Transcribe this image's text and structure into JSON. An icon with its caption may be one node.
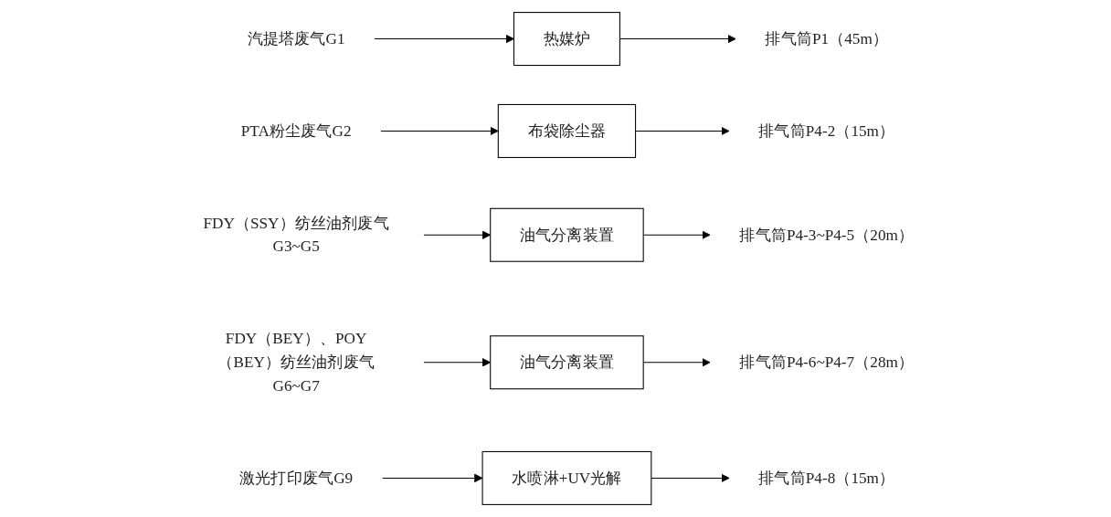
{
  "diagram": {
    "nodes": [
      {
        "text": [
          "汽提塔废气G1"
        ]
      },
      {
        "text": [
          "热媒炉"
        ]
      },
      {
        "text": [
          "排气筒P1（45m）"
        ]
      },
      {
        "text": [
          "PTA粉尘废气G2"
        ]
      },
      {
        "text": [
          "布袋除尘器"
        ]
      },
      {
        "text": [
          "排气筒P4-2（15m）"
        ]
      },
      {
        "text": [
          "FDY（SSY）纺丝油剂废气G3~G5"
        ]
      },
      {
        "text": [
          "油气分离装置"
        ]
      },
      {
        "text": [
          "排气筒P4-3~P4-5（20m）"
        ]
      },
      {
        "text": [
          "FDY（BEY）、POY（BEY）纺丝油剂废气G6~G7"
        ]
      },
      {
        "text": [
          "油气分离装置"
        ]
      },
      {
        "text": [
          "排气筒P4-6~P4-7（28m）"
        ]
      },
      {
        "text": [
          "激光打印废气G9"
        ]
      },
      {
        "text": [
          "水喷淋+UV光解"
        ]
      },
      {
        "text": [
          "排气筒P4-8（15m）"
        ]
      }
    ],
    "edges": [
      {
        "from": 0,
        "to": 1,
        "arrow": "to"
      },
      {
        "from": 1,
        "to": 2,
        "arrow": "to"
      },
      {
        "from": 3,
        "to": 4,
        "arrow": "to"
      },
      {
        "from": 4,
        "to": 5,
        "arrow": "to"
      },
      {
        "from": 6,
        "to": 7,
        "arrow": "to"
      },
      {
        "from": 7,
        "to": 8,
        "arrow": "to"
      },
      {
        "from": 9,
        "to": 10,
        "arrow": "to"
      },
      {
        "from": 10,
        "to": 11,
        "arrow": "to"
      },
      {
        "from": 12,
        "to": 13,
        "arrow": "to"
      },
      {
        "from": 13,
        "to": 14,
        "arrow": "to"
      }
    ]
  }
}
